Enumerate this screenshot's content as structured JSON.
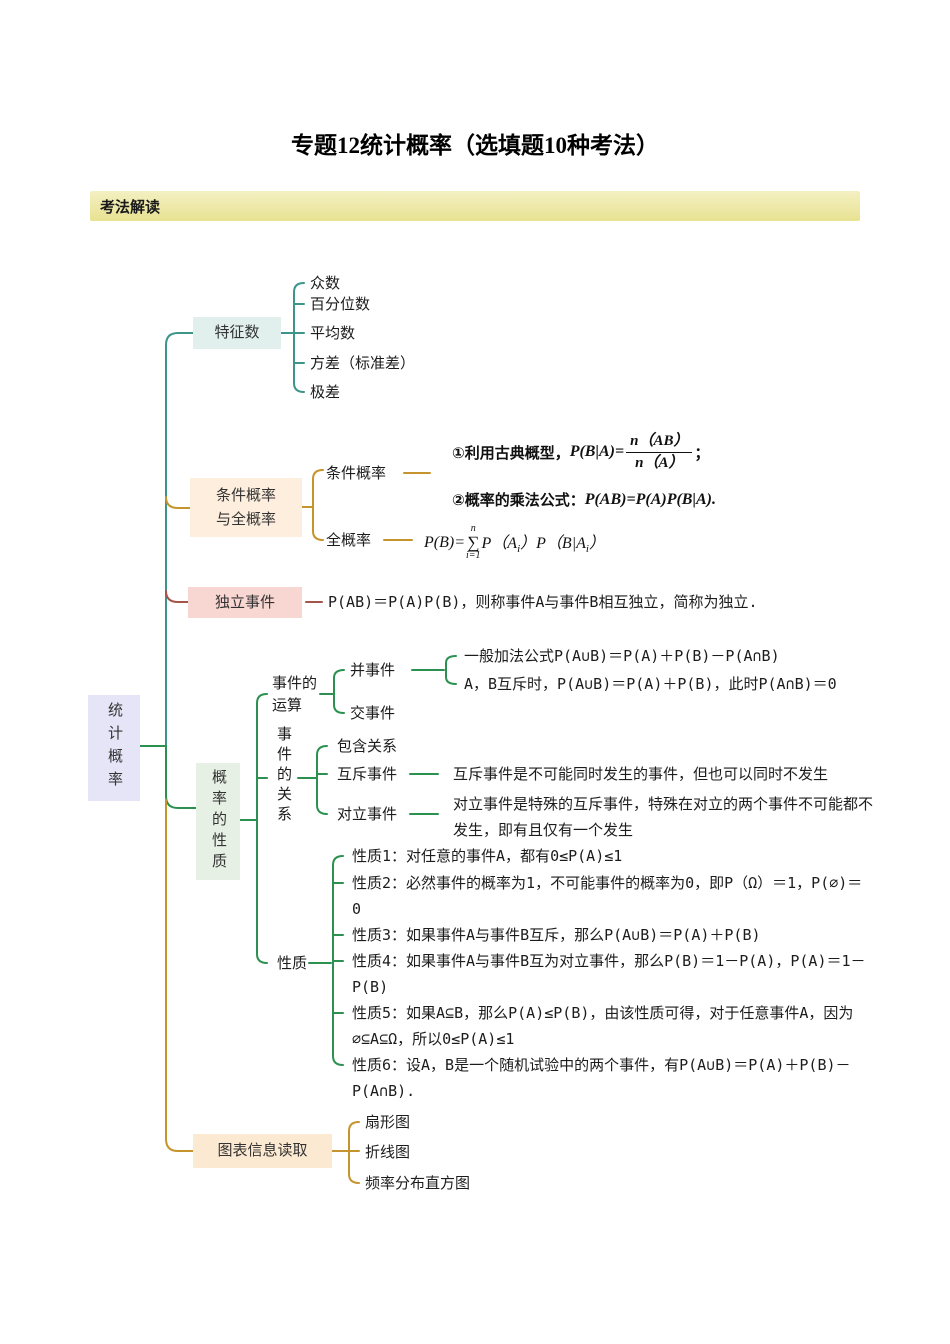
{
  "title": "专题12统计概率（选填题10种考法）",
  "banner": "考法解读",
  "colors": {
    "teal": "#3d948a",
    "gold": "#c5942d",
    "red": "#a5544a",
    "green": "#2c9150",
    "root_bg": "#e6e5f8",
    "tezheng_bg": "#e1efed",
    "tiaojian_bg": "#fdeedd",
    "duli_bg": "#f8d6d2",
    "xingzhi_bg": "#e7f0e4",
    "tubiao_bg": "#fce9d1",
    "banner_bg": "#f0ecba"
  },
  "root": "统计概率",
  "tezheng": {
    "label": "特征数",
    "items": [
      "众数",
      "百分位数",
      "平均数",
      "方差（标准差）",
      "极差"
    ]
  },
  "tiaojian": {
    "label": "条件概率\n与全概率",
    "cond_label": "条件概率",
    "quan_label": "全概率",
    "f1_prefix": "①利用古典概型，",
    "f1_lhs": "P(B|A)=",
    "f1_num": "n（AB）",
    "f1_den": "n（A）",
    "f1_suffix": "；",
    "f2_prefix": "②概率的乘法公式：",
    "f2_math": "P(AB)=P(A)P(B|A).",
    "f3_lhs": "P(B)=",
    "f3_sum_top": "n",
    "f3_sum": "∑",
    "f3_sum_bottom": "i=1",
    "f3_p1": "P（A",
    "f3_i1": "i",
    "f3_p2": "）P（B|A",
    "f3_i2": "i",
    "f3_p3": "）"
  },
  "duli": {
    "label": "独立事件",
    "desc": "P(AB)＝P(A)P(B)，则称事件A与事件B相互独立，简称为独立."
  },
  "xingzhi": {
    "label": "概率的性质",
    "yunsuan": {
      "label": "事件的\n运算",
      "bing": "并事件",
      "jiao": "交事件",
      "bing_items": [
        "一般加法公式P(A∪B)＝P(A)＋P(B)－P(A∩B)",
        "A，B互斥时，P(A∪B)＝P(A)＋P(B)，此时P(A∩B)＝0"
      ]
    },
    "guanxi": {
      "label": "事件的关系",
      "baohan": "包含关系",
      "huchi": "互斥事件",
      "huchi_desc": "互斥事件是不可能同时发生的事件，但也可以同时不发生",
      "duili": "对立事件",
      "duili_desc": "对立事件是特殊的互斥事件，特殊在对立的两个事件不可能都不发生，即有且仅有一个发生"
    },
    "xz": {
      "label": "性质",
      "items": [
        "性质1：对任意的事件A，都有0≤P(A)≤1",
        "性质2：必然事件的概率为1，不可能事件的概率为0，即P（Ω）＝1，P(∅)＝0",
        "性质3：如果事件A与事件B互斥，那么P(A∪B)＝P(A)＋P(B)",
        "性质4：如果事件A与事件B互为对立事件，那么P(B)＝1－P(A)，P(A)＝1－P(B)",
        "性质5：如果A⊆B，那么P(A)≤P(B)，由该性质可得，对于任意事件A，因为∅⊆A⊆Ω，所以0≤P(A)≤1",
        "性质6：设A，B是一个随机试验中的两个事件，有P(A∪B)＝P(A)＋P(B)－P(A∩B)."
      ]
    }
  },
  "tubiao": {
    "label": "图表信息读取",
    "items": [
      "扇形图",
      "折线图",
      "频率分布直方图"
    ]
  }
}
